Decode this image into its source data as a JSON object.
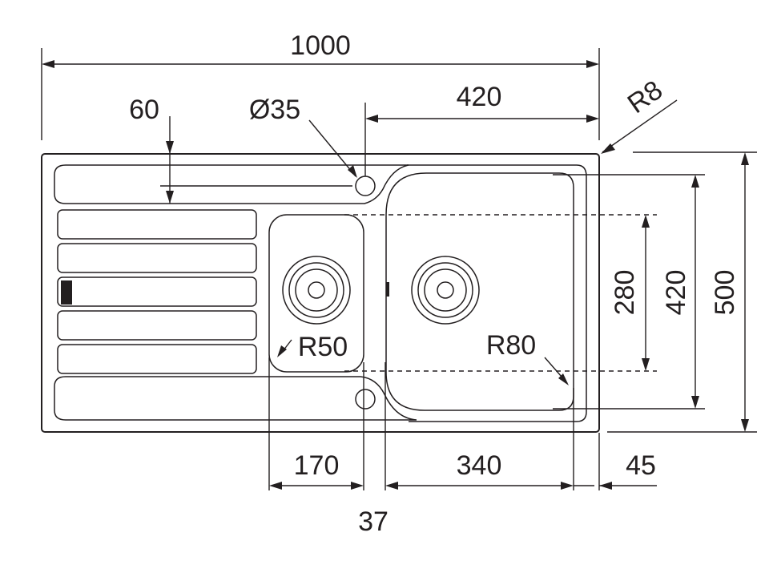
{
  "colors": {
    "line": "#231f20",
    "background": "#ffffff"
  },
  "dimensions": {
    "overall_width": "1000",
    "overall_depth": "500",
    "bowl_width": "420",
    "tap_hole_diameter": "Ø35",
    "drainer_offset": "60",
    "corner_radius": "R8",
    "main_bowl_depth": "420",
    "small_bowl_depth": "280",
    "small_bowl_radius": "R50",
    "main_bowl_radius": "R80",
    "small_bowl_width": "170",
    "main_bowl_inner_width": "340",
    "bowl_gap": "37",
    "right_rim": "45"
  },
  "features": [
    "drainer-ribs",
    "tap-hole",
    "overflow-hole",
    "small-bowl-waste",
    "main-bowl-waste"
  ]
}
